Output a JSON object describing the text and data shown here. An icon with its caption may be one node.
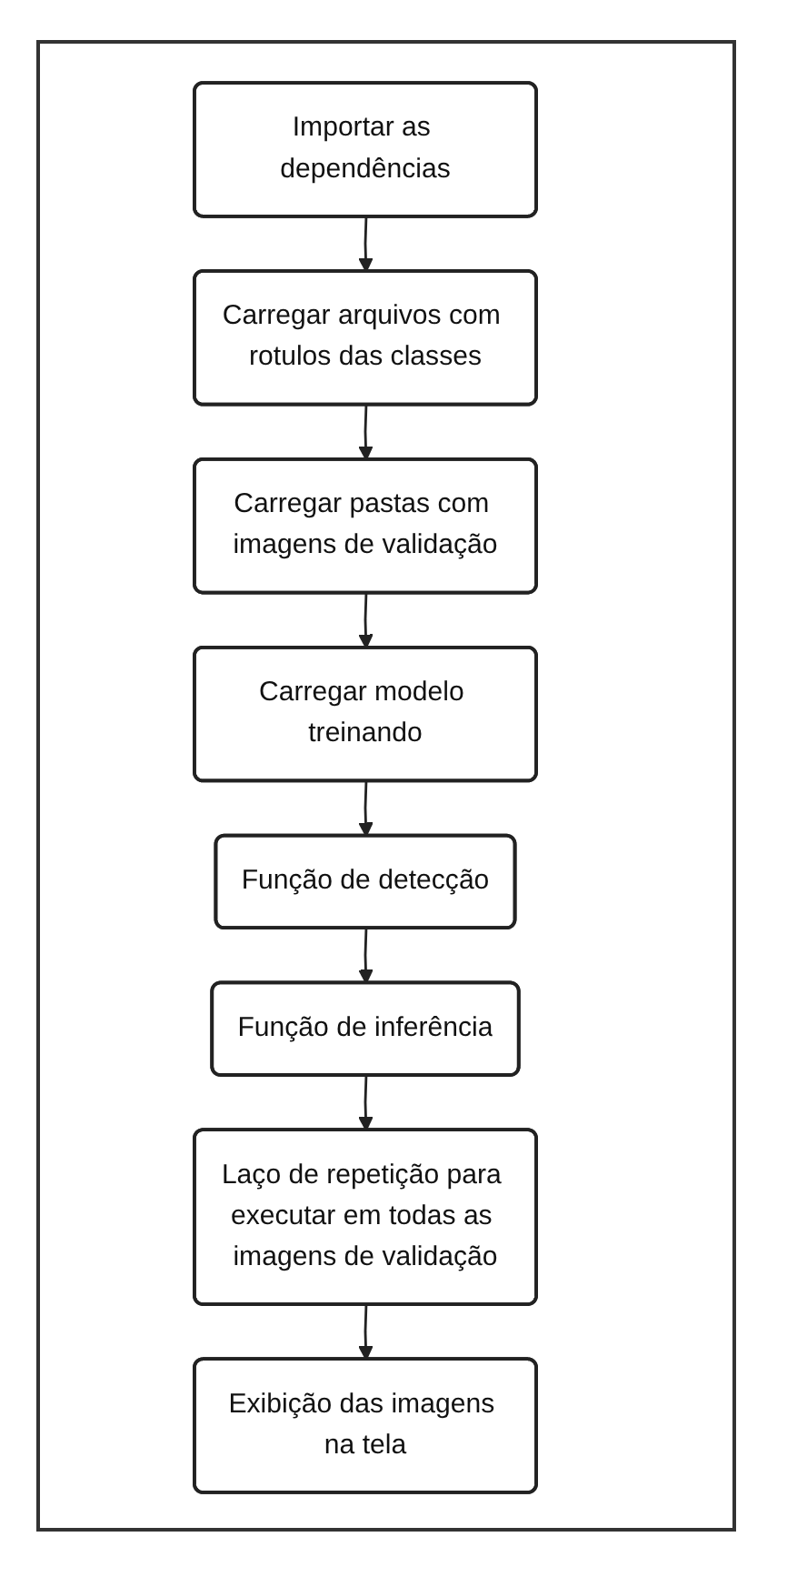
{
  "diagram": {
    "nodes": [
      {
        "text": [
          "Importar as dependências"
        ]
      },
      {
        "text": [
          "Carregar arquivos com rotulos das classes"
        ]
      },
      {
        "text": [
          "Carregar pastas com imagens de validação"
        ]
      },
      {
        "text": [
          "Carregar modelo treinando"
        ]
      },
      {
        "text": [
          "Função de detecção"
        ]
      },
      {
        "text": [
          "Função de inferência"
        ]
      },
      {
        "text": [
          "Laço de repetição para executar em todas as imagens de validação"
        ]
      },
      {
        "text": [
          "Exibição das imagens na tela"
        ]
      }
    ],
    "edges": [
      {
        "from": 0,
        "to": 1,
        "arrow": "to"
      },
      {
        "from": 1,
        "to": 2,
        "arrow": "to"
      },
      {
        "from": 2,
        "to": 3,
        "arrow": "to"
      },
      {
        "from": 3,
        "to": 4,
        "arrow": "to"
      },
      {
        "from": 4,
        "to": 5,
        "arrow": "to"
      },
      {
        "from": 5,
        "to": 6,
        "arrow": "to"
      },
      {
        "from": 6,
        "to": 7,
        "arrow": "to"
      }
    ]
  }
}
